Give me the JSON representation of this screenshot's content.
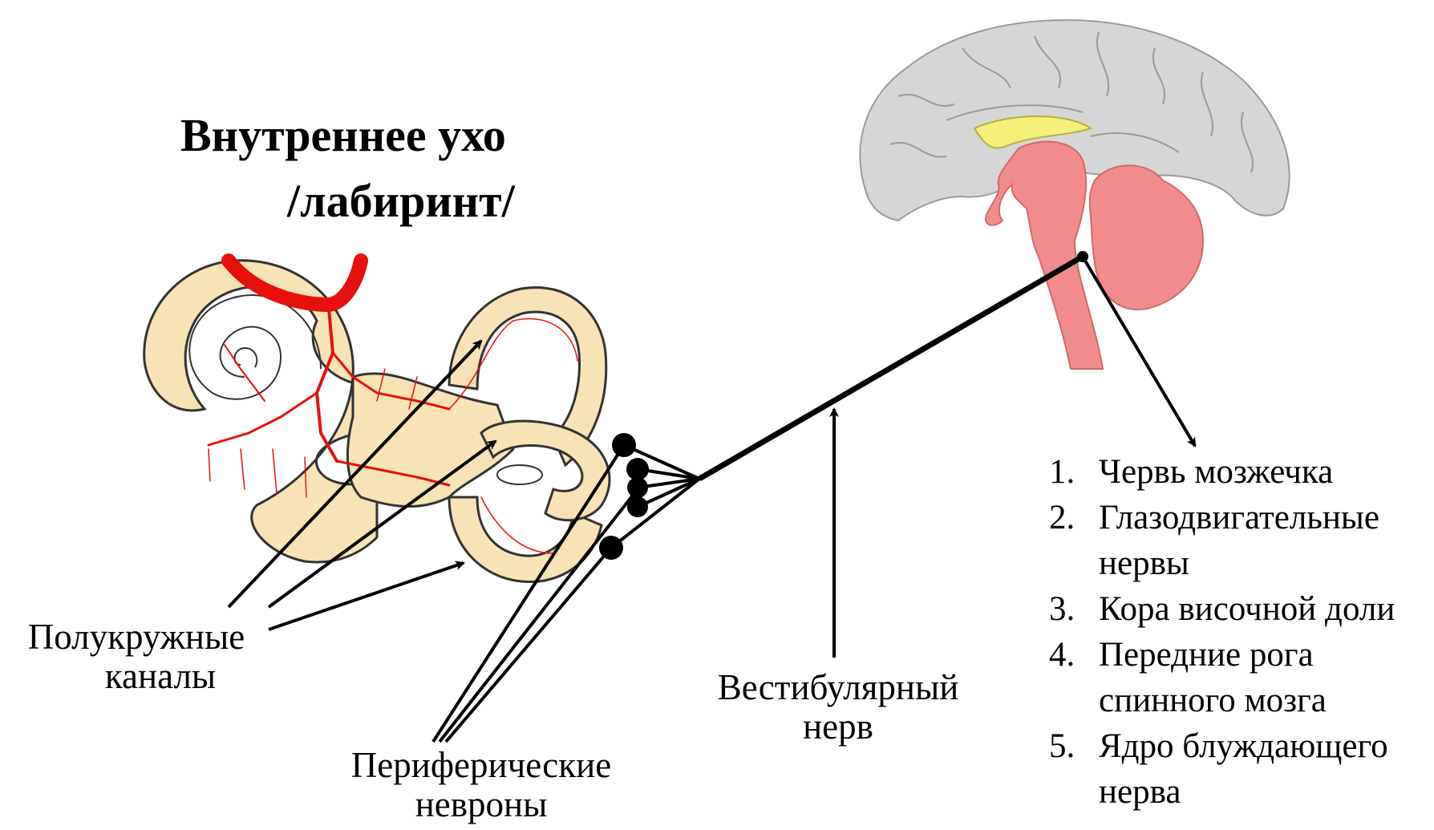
{
  "title": {
    "line1": "Внутреннее ухо",
    "line2": "/лабиринт/"
  },
  "labels": {
    "canals_line1": "Полукружные",
    "canals_line2": "каналы",
    "neurons_line1": "Периферические",
    "neurons_line2": "невроны",
    "nerve_line1": "Вестибулярный",
    "nerve_line2": "нерв"
  },
  "answer_options": [
    {
      "num": "1.",
      "text": "Червь мозжечка"
    },
    {
      "num": "2.",
      "text": "Глазодвигательные нервы"
    },
    {
      "num": "3.",
      "text": "Кора височной доли"
    },
    {
      "num": "4.",
      "text": "Передние рога спинного мозга"
    },
    {
      "num": "5.",
      "text": "Ядро блуждающего нерва"
    }
  ],
  "colors": {
    "labyrinth_fill": "#f7e3b3",
    "labyrinth_stroke": "#333333",
    "blood_vessel": "#e8100c",
    "brain_cortex": "#d6d6d6",
    "brainstem_cerebellum": "#f28b8b",
    "corpus_callosum": "#f5f07a",
    "lines": "#000000"
  },
  "icons": [
    "inner-ear-labyrinth-illustration",
    "brain-sagittal-illustration"
  ]
}
